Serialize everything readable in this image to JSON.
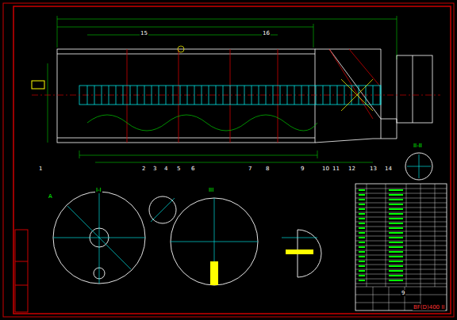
{
  "diagram": {
    "labels": [
      "1",
      "2",
      "3",
      "4",
      "5",
      "6",
      "7",
      "8",
      "9",
      "10",
      "11",
      "12",
      "13",
      "14",
      "15",
      "16",
      "I-I",
      "II-II",
      "A",
      "III",
      "9",
      "BF(D)400 II"
    ]
  }
}
